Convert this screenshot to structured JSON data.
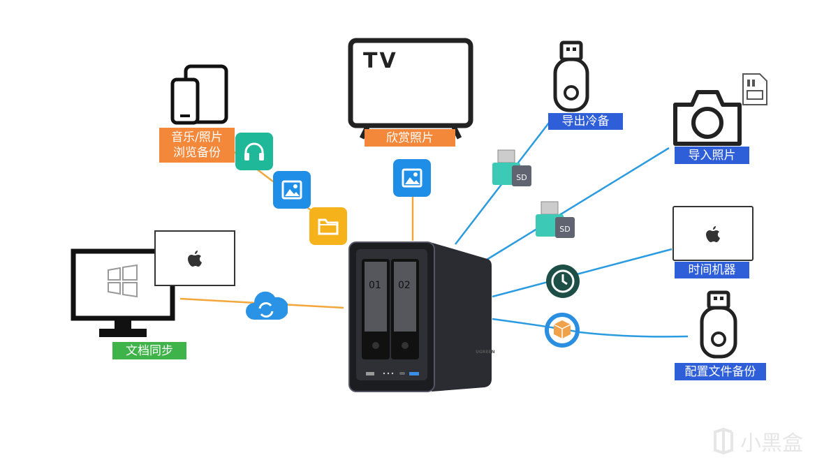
{
  "labels": {
    "music_photo": "音乐/照片\n浏览备份",
    "watch_photos": "欣赏照片",
    "export_cold": "导出冷备",
    "import_photos": "导入照片",
    "time_machine": "时间机器",
    "config_backup": "配置文件备份",
    "doc_sync": "文档同步"
  },
  "tv_text": "TV",
  "nas": {
    "bay1": "01",
    "bay2": "02",
    "brand": "UGREEN"
  },
  "sd_label": "SD",
  "watermark": "小黑盒",
  "colors": {
    "orange": "#f4883a",
    "blue": "#2f5ed9",
    "green": "#3eb349",
    "line_blue": "#2a9be0",
    "line_orange": "#f4a63a",
    "teal": "#1fb99a",
    "photo_blue": "#1e8ee6",
    "folder": "#f6b21b"
  }
}
